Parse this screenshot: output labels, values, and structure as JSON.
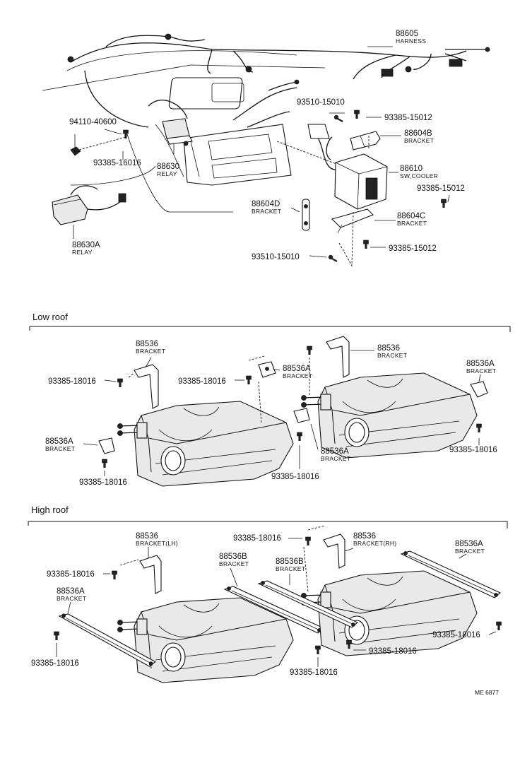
{
  "sections": {
    "low_roof": "Low roof",
    "high_roof": "High roof"
  },
  "top": {
    "harness_no": "88605",
    "harness_name": "HARNESS",
    "screw_93510_a": "93510-15010",
    "screw_93385_15012_a": "93385-15012",
    "bracket_88604b_no": "88604B",
    "bracket_88604b_name": "BRACKET",
    "nut_94110": "94110-40600",
    "screw_93385_16016": "93385-16016",
    "relay_88630_no": "88630",
    "relay_88630_name": "RELAY",
    "switch_88610_no": "88610",
    "switch_88610_name": "SW,COOLER",
    "screw_93385_15012_b": "93385-15012",
    "bracket_88604d_no": "88604D",
    "bracket_88604d_name": "BRACKET",
    "bracket_88604c_no": "88604C",
    "bracket_88604c_name": "BRACKET",
    "relay_88630a_no": "88630A",
    "relay_88630a_name": "RELAY",
    "screw_93385_15012_c": "93385-15012",
    "screw_93510_b": "93510-15010"
  },
  "low": {
    "bracket_88536_l_no": "88536",
    "bracket_88536_l_name": "BRACKET",
    "bolt_l1": "93385-18016",
    "bolt_m1": "93385-18016",
    "bracket_88536a_m_no": "88536A",
    "bracket_88536a_m_name": "BRACKET",
    "bracket_88536_r_no": "88536",
    "bracket_88536_r_name": "BRACKET",
    "bracket_88536a_r_no": "88536A",
    "bracket_88536a_r_name": "BRACKET",
    "bracket_88536a_l_no": "88536A",
    "bracket_88536a_l_name": "BRACKET",
    "bracket_88536a_c_no": "88536A",
    "bracket_88536a_c_name": "BRACKET",
    "bolt_r1": "93385-18016",
    "bolt_l2": "93385-18016",
    "bolt_c2": "93385-18016"
  },
  "high": {
    "bracket_88536_lh_no": "88536",
    "bracket_88536_lh_name": "BRACKET(LH)",
    "bolt_top_c": "93385-18016",
    "bracket_88536_rh_no": "88536",
    "bracket_88536_rh_name": "BRACKET(RH)",
    "bracket_88536a_r_no": "88536A",
    "bracket_88536a_r_name": "BRACKET",
    "bracket_88536b_1_no": "88536B",
    "bracket_88536b_1_name": "BRACKET",
    "bracket_88536b_2_no": "88536B",
    "bracket_88536b_2_name": "BRACKET",
    "bolt_l1": "93385-18016",
    "bracket_88536a_l_no": "88536A",
    "bracket_88536a_l_name": "BRACKET",
    "bolt_r_end": "93385-18016",
    "bolt_c_right": "93385-18016",
    "bolt_l_bottom": "93385-18016",
    "bolt_c_bottom": "93385-18016"
  },
  "code": "ME 6877"
}
